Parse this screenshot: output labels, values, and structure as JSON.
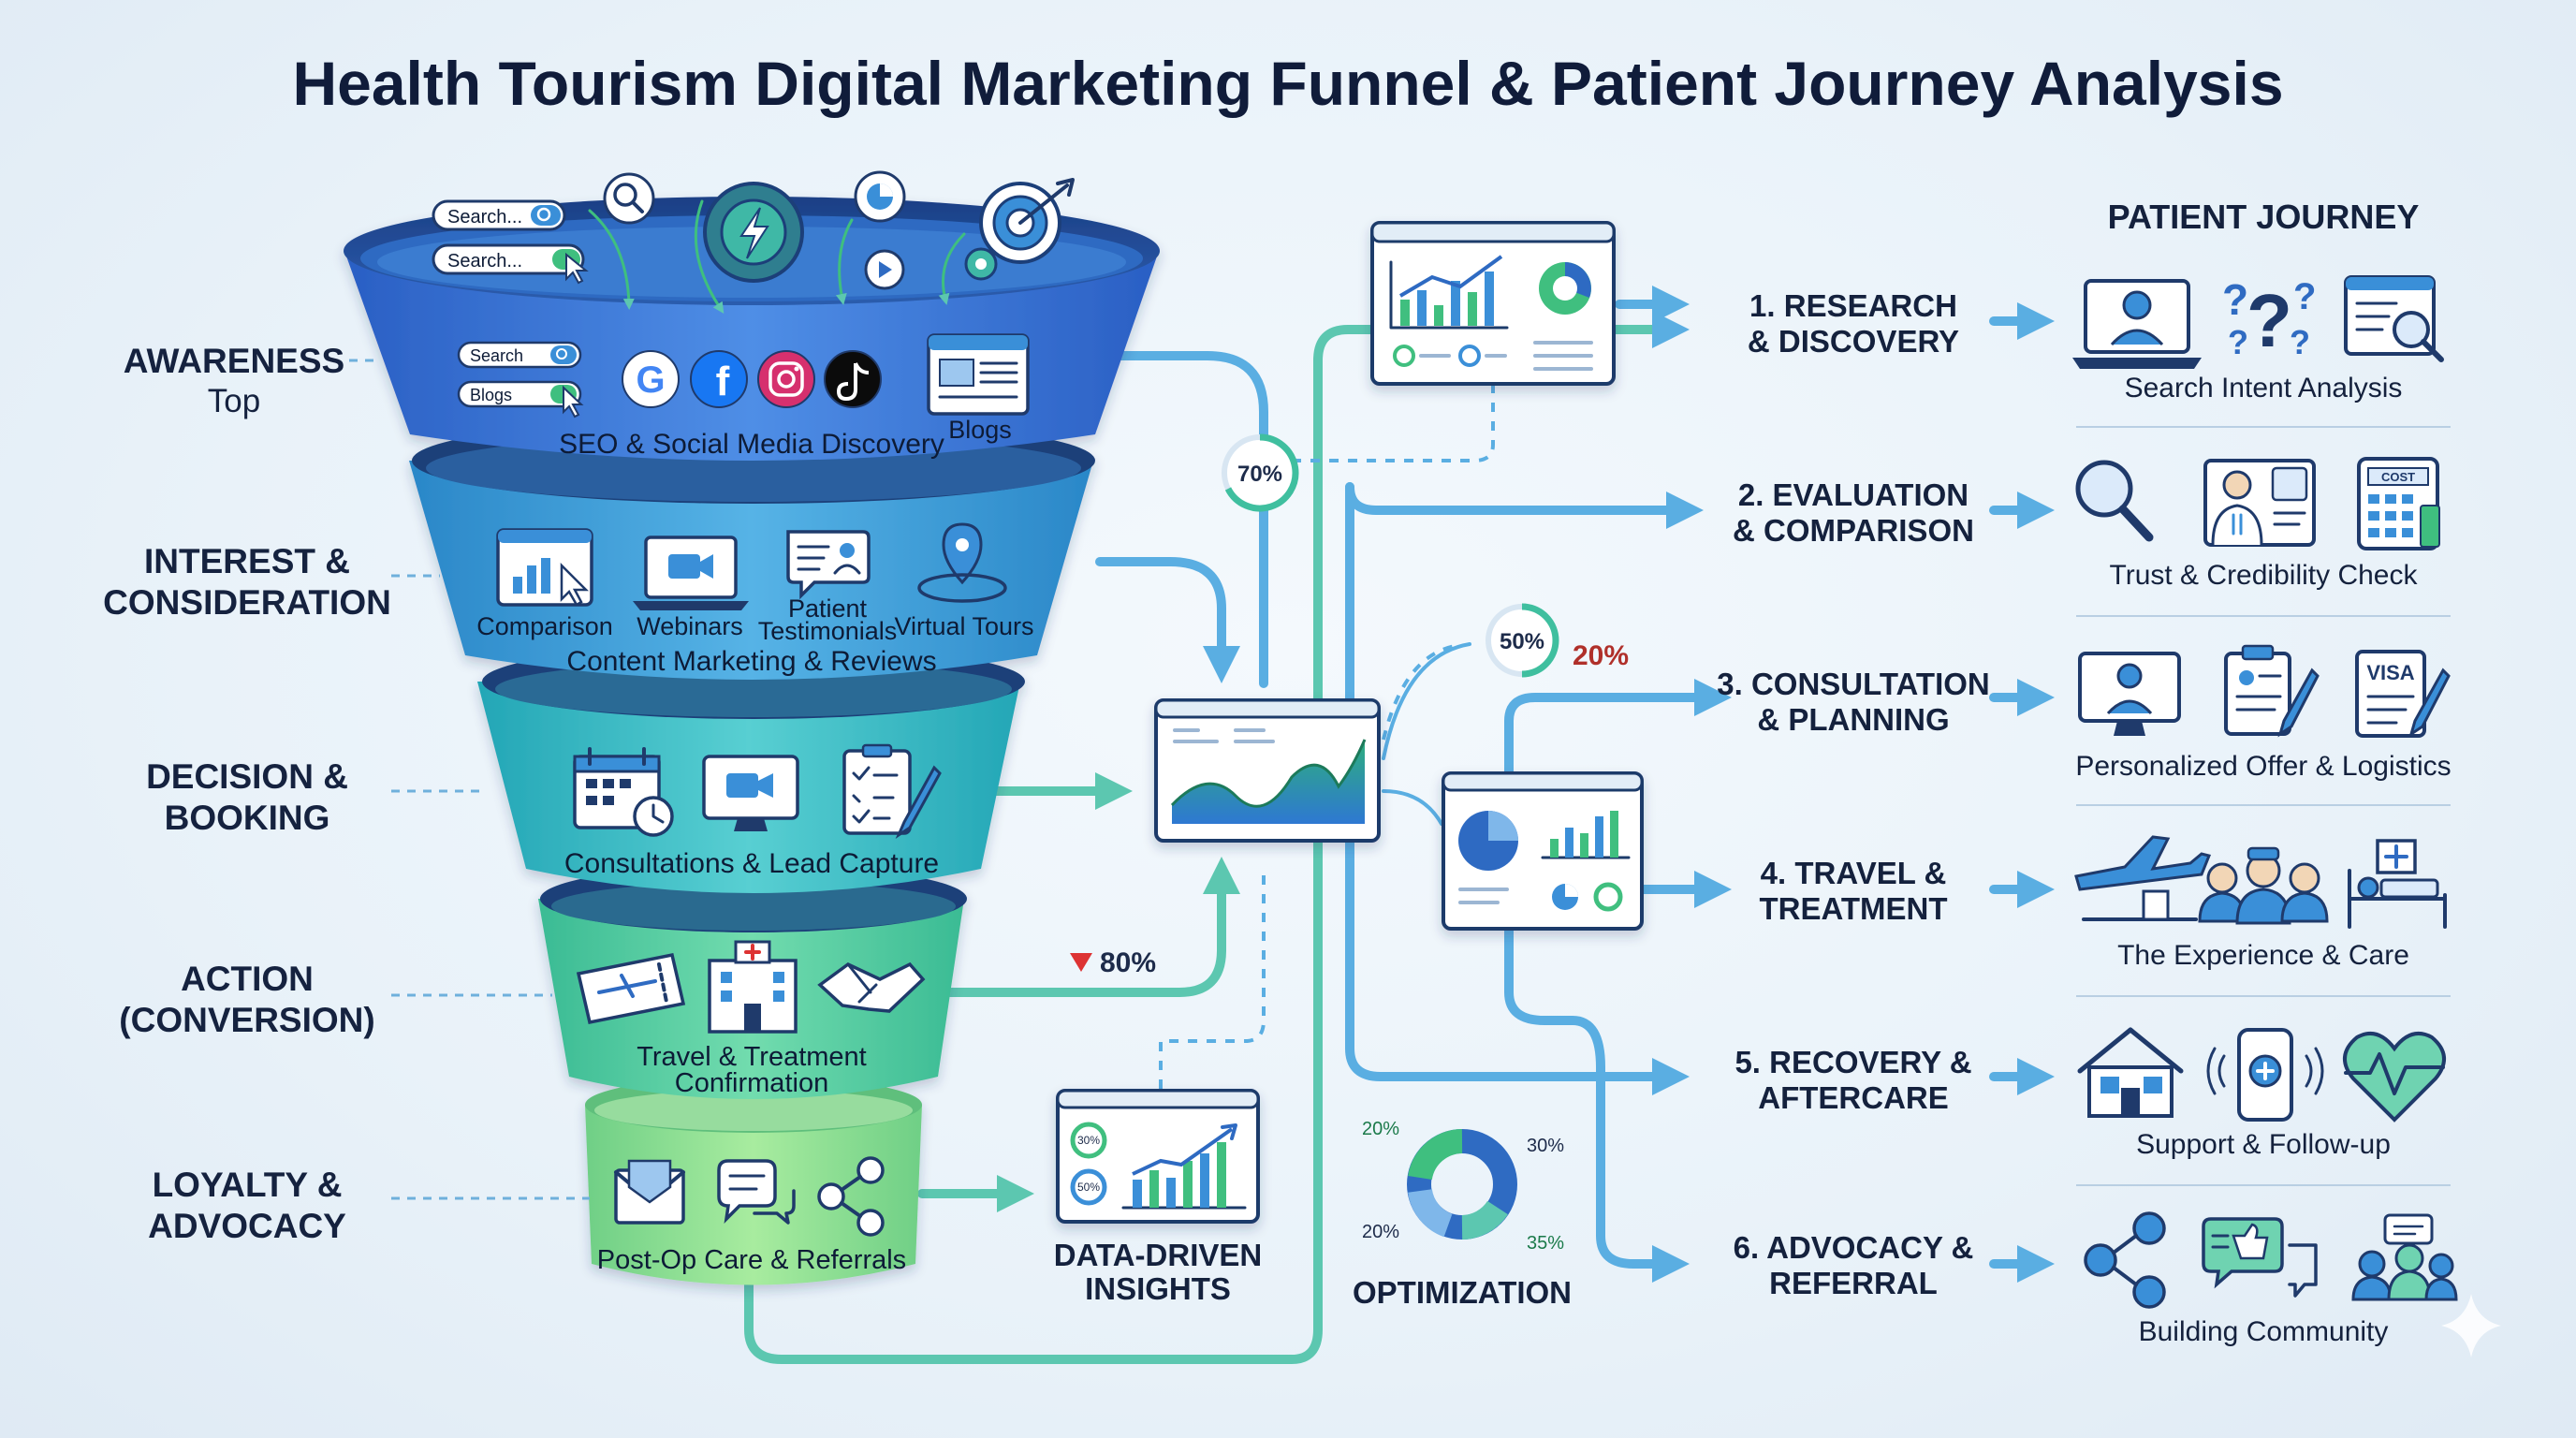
{
  "title": "Health Tourism Digital Marketing Funnel & Patient Journey Analysis",
  "funnel": {
    "stages": [
      {
        "name": "AWARENESS",
        "sub": "Top"
      },
      {
        "name_line1": "INTEREST &",
        "name_line2": "CONSIDERATION"
      },
      {
        "name_line1": "DECISION &",
        "name_line2": "BOOKING"
      },
      {
        "name_line1": "ACTION",
        "name_line2": "(CONVERSION)"
      },
      {
        "name_line1": "LOYALTY &",
        "name_line2": "ADVOCACY"
      }
    ],
    "top_search_1": "Search...",
    "top_search_2": "Search...",
    "awareness_search": "Search",
    "awareness_blogs_field": "Blogs",
    "awareness_blogs_label": "Blogs",
    "awareness_caption": "SEO & Social Media Discovery",
    "interest_items": [
      "Comparison",
      "Webinars",
      "Patient",
      "Testimonials",
      "Virtual Tours"
    ],
    "interest_caption": "Content Marketing & Reviews",
    "decision_caption": "Consultations & Lead Capture",
    "action_caption_1": "Travel & Treatment",
    "action_caption_2": "Confirmation",
    "loyalty_caption": "Post-Op Care & Referrals"
  },
  "metrics": {
    "pct_70": "70%",
    "pct_80": "80%",
    "pct_50": "50%",
    "pct_20_red": "20%",
    "donut_small_30": "30%",
    "donut_small_50": "50%"
  },
  "insights": {
    "line1": "DATA-DRIVEN",
    "line2": "INSIGHTS"
  },
  "optimization": {
    "label": "OPTIMIZATION",
    "pct_tl": "20%",
    "pct_tr": "30%",
    "pct_bl": "20%",
    "pct_br": "35%"
  },
  "journey": {
    "header": "PATIENT JOURNEY",
    "steps": [
      {
        "line1": "1. RESEARCH",
        "line2": "& DISCOVERY",
        "caption": "Search Intent Analysis"
      },
      {
        "line1": "2. EVALUATION",
        "line2": "& COMPARISON",
        "caption": "Trust & Credibility Check"
      },
      {
        "line1": "3. CONSULTATION",
        "line2": "& PLANNING",
        "caption": "Personalized Offer & Logistics"
      },
      {
        "line1": "4. TRAVEL &",
        "line2": "TREATMENT",
        "caption": "The Experience & Care"
      },
      {
        "line1": "5. RECOVERY &",
        "line2": "AFTERCARE",
        "caption": "Support & Follow-up"
      },
      {
        "line1": "6. ADVOCACY &",
        "line2": "REFERRAL",
        "caption": "Building Community"
      }
    ],
    "cost_tag": "COST",
    "visa_tag": "VISA"
  },
  "colors": {
    "funnel_top": "#2f6fd0",
    "funnel_mid": "#2d9fc9",
    "funnel_low": "#3cc2a6",
    "funnel_bottom": "#7fdc8a",
    "flow_blue": "#5aaee2",
    "flow_green": "#5cc7b0",
    "alert_red": "#c0392b"
  }
}
